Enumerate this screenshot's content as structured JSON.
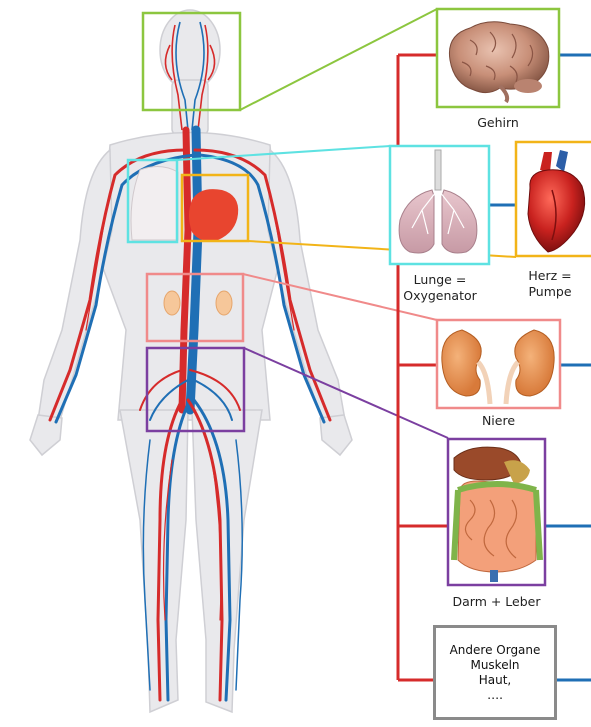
{
  "colors": {
    "artery": "#d62b2b",
    "vein": "#1f6fb5",
    "brain_frame": "#8cc63f",
    "lung_frame": "#5ee2e2",
    "heart_frame": "#f2b418",
    "kidney_frame": "#f08a8a",
    "gut_frame": "#7b3fa0",
    "other_frame": "#8a8a8a"
  },
  "organs": {
    "brain": {
      "label": "Gehirn"
    },
    "lung": {
      "label_line1": "Lunge =",
      "label_line2": "Oxygenator"
    },
    "heart": {
      "label_line1": "Herz =",
      "label_line2": "Pumpe"
    },
    "kidney": {
      "label": "Niere"
    },
    "gut": {
      "label": "Darm + Leber"
    },
    "other": {
      "line1": "Andere Organe",
      "line2": "Muskeln",
      "line3": "Haut,",
      "line4": "…."
    }
  }
}
